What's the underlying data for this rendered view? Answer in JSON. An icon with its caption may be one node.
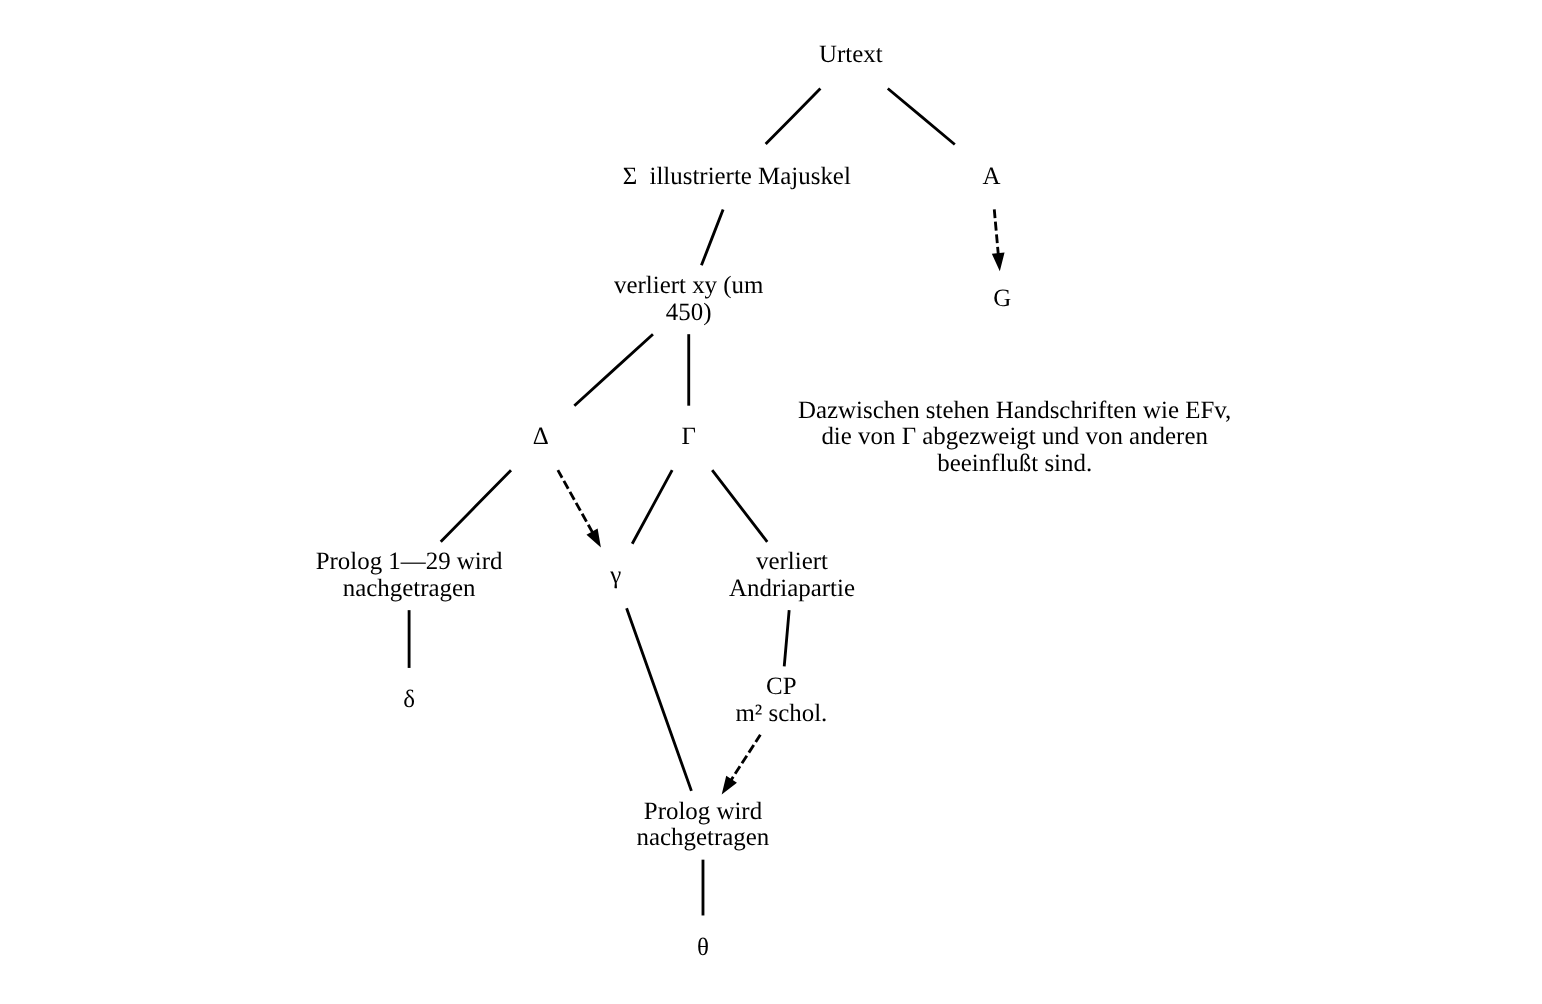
{
  "diagram": {
    "nodes": [
      {
        "text": [
          "Urtext"
        ]
      },
      {
        "text": [
          "Σ"
        ],
        "beside": [
          "illustrierte Majuskel"
        ]
      },
      {
        "text": [
          "verliert xy (um 450)"
        ]
      },
      {
        "text": [
          "Γ"
        ]
      },
      {
        "text": [
          "Δ"
        ]
      },
      {
        "text": [
          "Prolog 1—29 wird nachgetragen"
        ]
      },
      {
        "text": [
          "δ"
        ]
      },
      {
        "text": [
          "G"
        ]
      },
      {
        "text": [
          "A"
        ]
      },
      {
        "text": [
          "γ"
        ]
      },
      {
        "text": [
          "verliert Andriapartie"
        ]
      },
      {
        "text": [
          "CP",
          "m² schol."
        ]
      },
      {
        "text": [
          "Prolog wird nachgetragen"
        ]
      },
      {
        "text": [
          "θ"
        ]
      }
    ],
    "edges": [
      {
        "from": 0,
        "to": 1,
        "arrow": "none"
      },
      {
        "from": 0,
        "to": 8,
        "arrow": "none"
      },
      {
        "from": 1,
        "to": 2,
        "arrow": "none"
      },
      {
        "from": 2,
        "to": 3,
        "arrow": "none"
      },
      {
        "from": 2,
        "to": 4,
        "arrow": "none"
      },
      {
        "from": 3,
        "to": 10,
        "arrow": "none"
      },
      {
        "from": 3,
        "to": 9,
        "arrow": "none"
      },
      {
        "from": 4,
        "to": 9,
        "arrow": "to",
        "style": "dashed"
      },
      {
        "from": 4,
        "to": 5,
        "arrow": "none"
      },
      {
        "from": 5,
        "to": 6,
        "arrow": "none"
      },
      {
        "from": 8,
        "to": 7,
        "arrow": "to",
        "style": "dashed"
      },
      {
        "from": 9,
        "to": 12,
        "arrow": "none"
      },
      {
        "from": 12,
        "to": 13,
        "arrow": "none"
      },
      {
        "from": 10,
        "to": 11,
        "arrow": "none"
      },
      {
        "from": 11,
        "to": 12,
        "arrow": "to",
        "style": "dashed"
      }
    ],
    "labels": [
      "Dazwischen stehen Handschriften wie EFv, die von Γ abgezweigt und von anderen beeinflußt sind."
    ]
  }
}
